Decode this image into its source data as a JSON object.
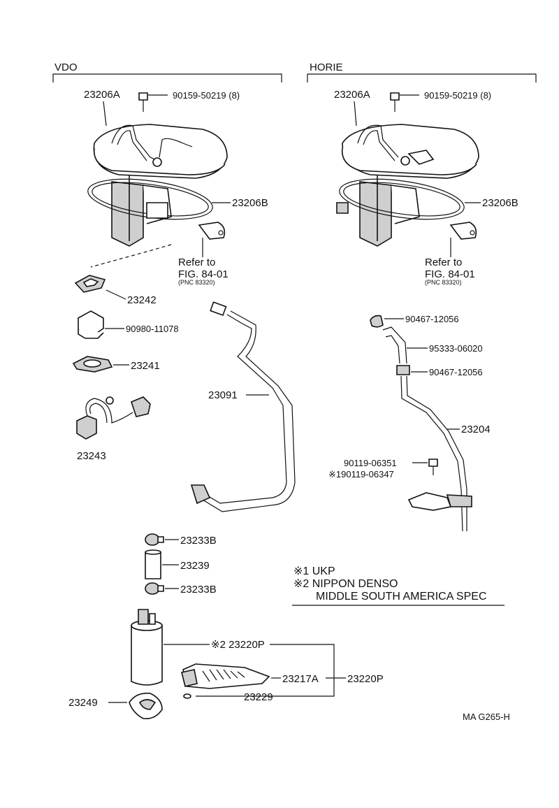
{
  "sections": {
    "left_title": "VDO",
    "right_title": "HORIE"
  },
  "left": {
    "p_23206a": "23206A",
    "p_bolt": "90159-50219 (8)",
    "p_23206b": "23206B",
    "refer_line1": "Refer to",
    "refer_line2": "FIG. 84-01",
    "refer_line3": "(PNC 83320)",
    "p_23242": "23242",
    "p_90980": "90980-11078",
    "p_23241": "23241",
    "p_23091": "23091",
    "p_23243": "23243"
  },
  "right": {
    "p_23206a": "23206A",
    "p_bolt": "90159-50219 (8)",
    "p_23206b": "23206B",
    "refer_line1": "Refer to",
    "refer_line2": "FIG. 84-01",
    "refer_line3": "(PNC 83320)",
    "p_90467a": "90467-12056",
    "p_95333": "95333-06020",
    "p_90467b": "90467-12056",
    "p_23204": "23204",
    "p_90119a": "90119-06351",
    "p_90119b": "※190119-06347"
  },
  "notes": {
    "n1": "※1 UKP",
    "n2": "※2 NIPPON DENSO",
    "n3": "MIDDLE SOUTH AMERICA SPEC"
  },
  "lower": {
    "p_23233b_top": "23233B",
    "p_23239": "23239",
    "p_23233b_bot": "23233B",
    "p_23220p_top": "※2 23220P",
    "p_23217a": "23217A",
    "p_23220p": "23220P",
    "p_23229": "23229",
    "p_23249": "23249"
  },
  "figure_code": "MA G265-H"
}
